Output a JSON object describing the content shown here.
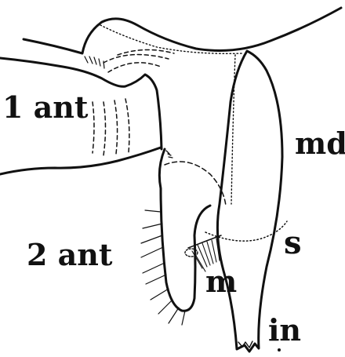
{
  "labels": {
    "first_antenna": "1 ant",
    "mandible": "md",
    "second_antenna": "2 ant",
    "s": "s",
    "m": "m",
    "in": "in"
  },
  "colors": {
    "ink": "#111111",
    "background": "#ffffff"
  }
}
